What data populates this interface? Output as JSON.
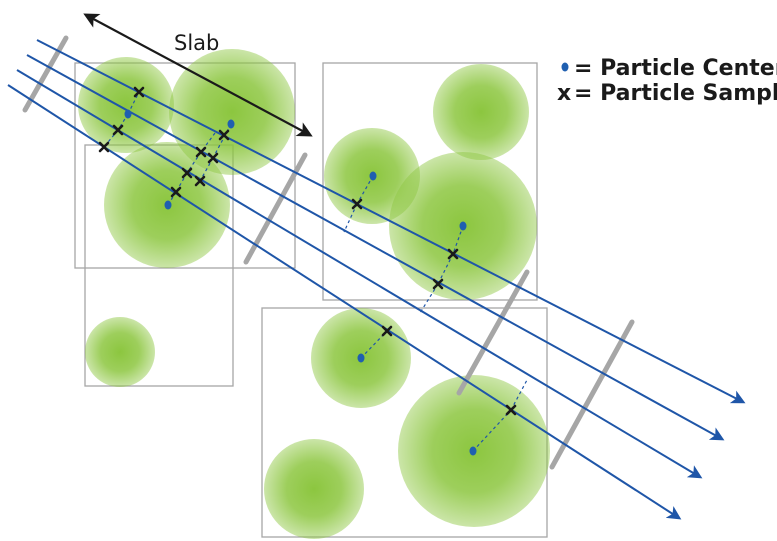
{
  "labels": {
    "slab": "Slab"
  },
  "legend": {
    "particle_center_label": "= Particle Center",
    "particle_sample_label": "= Particle Sample",
    "sample_symbol": "x"
  },
  "colors": {
    "particle_fill": "#8cc63f",
    "particle_center": "#1f5fb0",
    "ray": "#1f56a8",
    "slab_plane": "#a6a6a6",
    "bounding_box": "#a6a6a6",
    "sample_mark": "#1a1a1a",
    "slab_arrow": "#1a1a1a"
  }
}
